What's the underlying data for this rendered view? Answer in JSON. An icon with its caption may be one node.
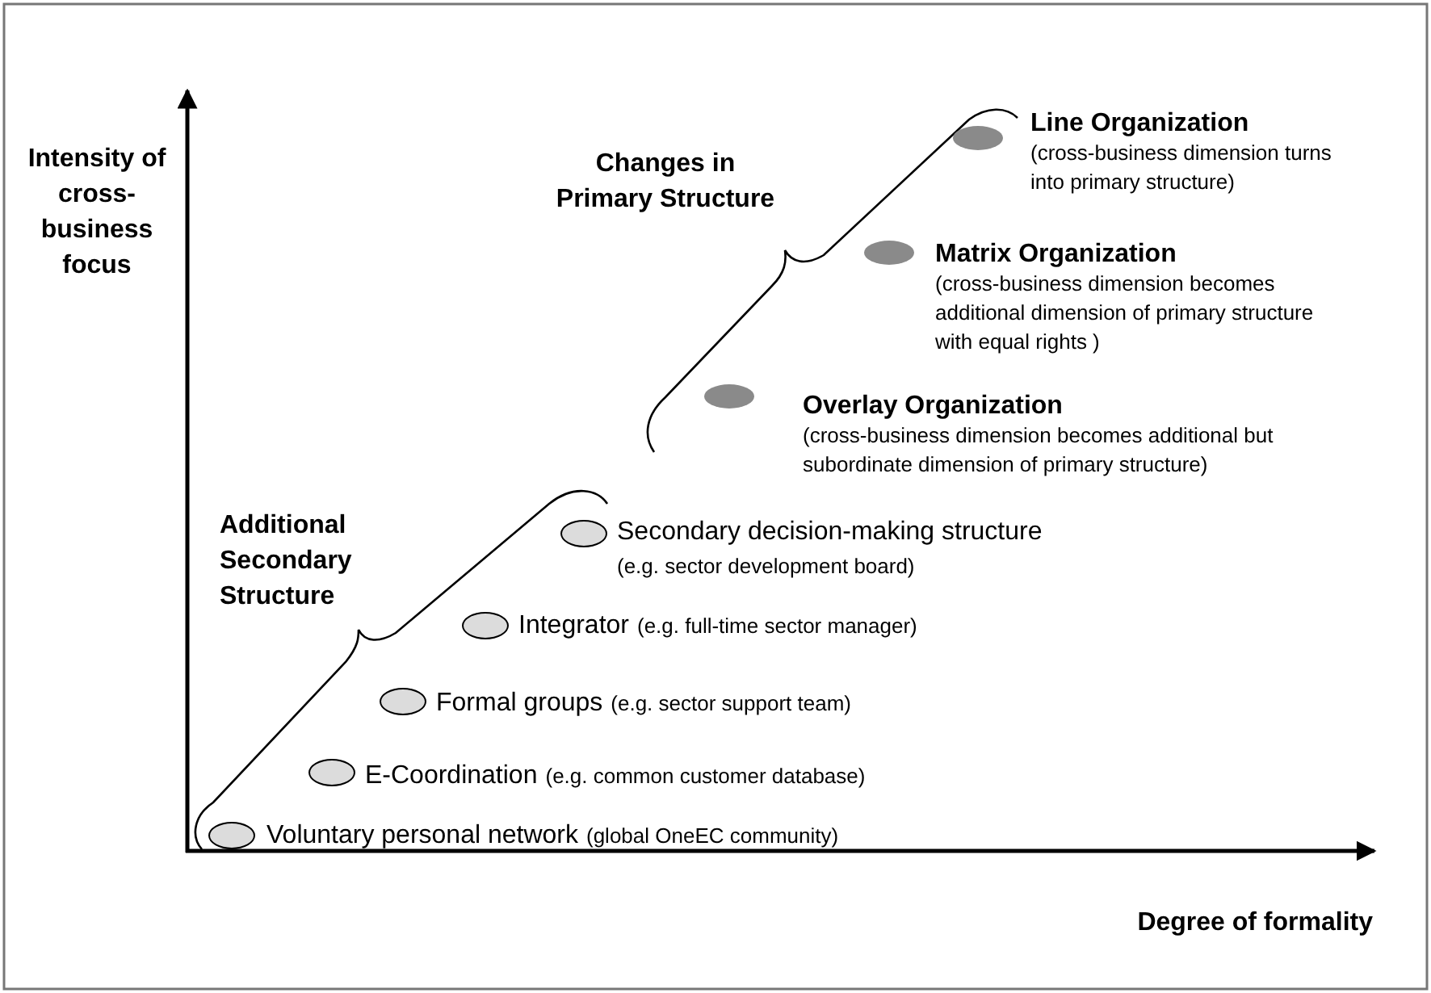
{
  "diagram": {
    "nodes": [
      {
        "text": [],
        "shape": "circle",
        "beside": [
          "Line Organization",
          "(cross-business dimension turns into primary structure)"
        ]
      },
      {
        "text": [],
        "shape": "circle",
        "beside": [
          "Matrix Organization",
          "(cross-business dimension becomes additional dimension of primary structure with equal rights )"
        ]
      },
      {
        "text": [],
        "shape": "circle",
        "beside": [
          "Overlay Organization",
          "(cross-business dimension becomes additional but subordinate dimension of primary structure)"
        ]
      },
      {
        "text": [],
        "shape": "circle",
        "beside": [
          "Secondary decision-making structure",
          "(e.g. sector development board)"
        ]
      },
      {
        "text": [],
        "shape": "circle",
        "beside": [
          "Integrator",
          "(e.g. full-time sector manager)"
        ]
      },
      {
        "text": [],
        "shape": "circle",
        "beside": [
          "Formal groups",
          "(e.g. sector support team)"
        ]
      },
      {
        "text": [],
        "shape": "circle",
        "beside": [
          "E-Coordination",
          "(e.g. common customer database)"
        ]
      },
      {
        "text": [],
        "shape": "circle",
        "beside": [
          "Voluntary personal network",
          "(global OneEC community)"
        ]
      }
    ],
    "edges": [],
    "labels": [
      "Intensity of cross-business focus",
      "Changes in Primary Structure",
      "Additional Secondary Structure",
      "Degree of formality"
    ]
  }
}
